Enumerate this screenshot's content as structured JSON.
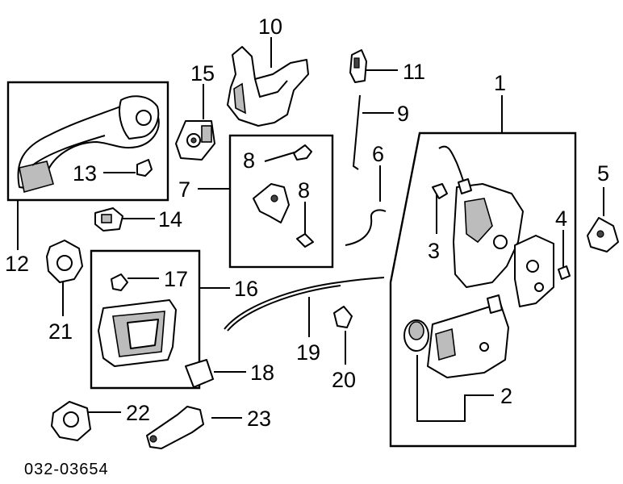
{
  "diagram": {
    "code": "032-03654",
    "callouts": [
      {
        "id": "1",
        "label": "1"
      },
      {
        "id": "2",
        "label": "2"
      },
      {
        "id": "3",
        "label": "3"
      },
      {
        "id": "4",
        "label": "4"
      },
      {
        "id": "5",
        "label": "5"
      },
      {
        "id": "6",
        "label": "6"
      },
      {
        "id": "7",
        "label": "7"
      },
      {
        "id": "8a",
        "label": "8"
      },
      {
        "id": "8b",
        "label": "8"
      },
      {
        "id": "9",
        "label": "9"
      },
      {
        "id": "10",
        "label": "10"
      },
      {
        "id": "11",
        "label": "11"
      },
      {
        "id": "12",
        "label": "12"
      },
      {
        "id": "13",
        "label": "13"
      },
      {
        "id": "14",
        "label": "14"
      },
      {
        "id": "15",
        "label": "15"
      },
      {
        "id": "16",
        "label": "16"
      },
      {
        "id": "17",
        "label": "17"
      },
      {
        "id": "18",
        "label": "18"
      },
      {
        "id": "19",
        "label": "19"
      },
      {
        "id": "20",
        "label": "20"
      },
      {
        "id": "21",
        "label": "21"
      },
      {
        "id": "22",
        "label": "22"
      },
      {
        "id": "23",
        "label": "23"
      }
    ]
  }
}
